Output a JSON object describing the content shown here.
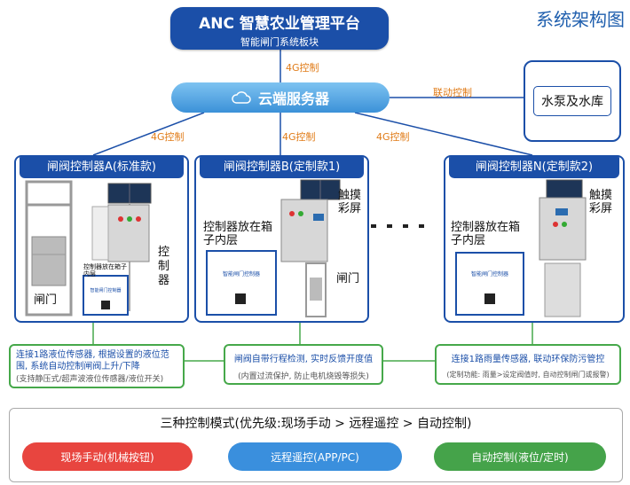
{
  "corner_title": "系统架构图",
  "platform": {
    "title": "ANC 智慧农业管理平台",
    "subtitle": "智能闸门系统板块"
  },
  "cloud": {
    "label": "云端服务器"
  },
  "pump": {
    "label": "水泵及水库"
  },
  "links": {
    "platform_cloud": "4G控制",
    "cloud_pump": "联动控制",
    "cloud_a": "4G控制",
    "cloud_b": "4G控制",
    "cloud_n": "4G控制"
  },
  "controllers": [
    {
      "title": "闸阀控制器A(标准款)",
      "labels": [
        "控制器放在箱子内层",
        "控制器",
        "闸门"
      ]
    },
    {
      "title": "闸阀控制器B(定制款1)",
      "labels": [
        "控制器放在箱子内层",
        "触摸彩屏",
        "闸门"
      ]
    },
    {
      "title": "闸阀控制器N(定制款2)",
      "labels": [
        "控制器放在箱子内层",
        "触摸彩屏"
      ]
    }
  ],
  "device_text": "智能闸门控制器",
  "notes": [
    {
      "line1": "连接1路液位传感器, 根据设置的液位范围, 系统自动控制闸阀上升/下降",
      "line2": "(支持静压式/超声波液位传感器/液位开关)"
    },
    {
      "line1": "闸阀自带行程检测, 实时反馈开度值",
      "line2": "(内置过流保护, 防止电机烧毁等损失)"
    },
    {
      "line1": "连接1路雨量传感器, 联动环保防污管控",
      "line2": "(定制功能: 雨量>设定阀值时, 自动控制闸门或报警)"
    }
  ],
  "modes": {
    "title": "三种控制模式(优先级:现场手动 > 远程遥控 > 自动控制)",
    "items": [
      {
        "label": "现场手动(机械按钮)",
        "color": "#e8453f"
      },
      {
        "label": "远程遥控(APP/PC)",
        "color": "#3a8fdd"
      },
      {
        "label": "自动控制(液位/定时)",
        "color": "#45a34a"
      }
    ]
  }
}
